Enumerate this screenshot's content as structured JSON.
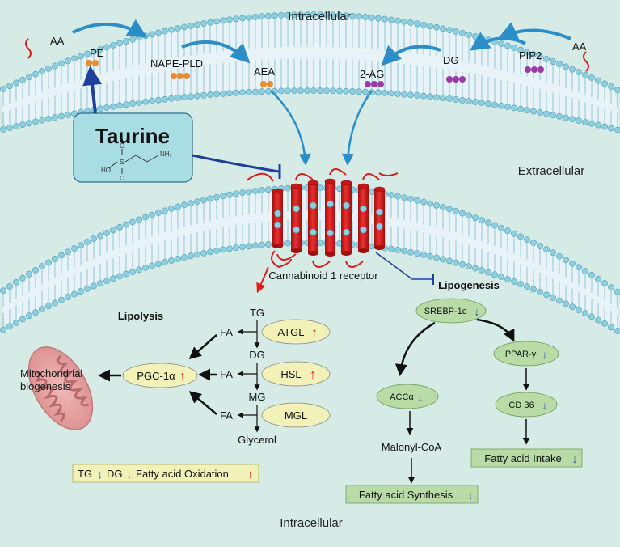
{
  "regions": {
    "top": "Intracellular",
    "middle": "Extracellular",
    "bottom": "Intracellular"
  },
  "ligand_pathway": {
    "left": {
      "aa": "AA",
      "pe": "PE",
      "enzyme": "NAPE-PLD",
      "product": "AEA"
    },
    "right": {
      "product": "2-AG",
      "dg": "DG",
      "pip2": "PIP2",
      "aa": "AA"
    }
  },
  "taurine": {
    "name": "Taurine",
    "atom_oh": "HO",
    "atom_s": "S",
    "atom_o1": "O",
    "atom_o2": "O",
    "atom_nh2": "NH₂"
  },
  "receptor": {
    "label": "Cannabinoid 1 receptor"
  },
  "lipolysis": {
    "title": "Lipolysis",
    "tg": "TG",
    "dg": "DG",
    "mg": "MG",
    "glycerol": "Glycerol",
    "fa": "FA",
    "enzymes": [
      {
        "name": "ATGL",
        "arrow": "↑"
      },
      {
        "name": "HSL",
        "arrow": "↑"
      },
      {
        "name": "MGL",
        "arrow": ""
      }
    ],
    "pgc": {
      "name": "PGC-1α",
      "arrow": "↑"
    },
    "mito_label_1": "Mitochondrial",
    "mito_label_2": "biogenesis",
    "summary": {
      "tg": "TG",
      "dg": "DG",
      "text": "Fatty acid Oxidation",
      "down": "↓",
      "up": "↑"
    }
  },
  "lipogenesis": {
    "title": "Lipogenesis",
    "srebp": "SREBP-1c",
    "acc": "ACCα",
    "ppar": "PPAR-γ",
    "cd36": "CD 36",
    "malonyl": "Malonyl-CoA",
    "synthesis": "Fatty acid Synthesis",
    "intake": "Fatty acid Intake",
    "down": "↓"
  },
  "colors": {
    "background": "#d6ebe6",
    "membrane_inner": "#e8f3f8",
    "head": "#8ccfe0",
    "receptor": "#d61e1e",
    "arrow_blue": "#2b8ec9",
    "inhibit_blue": "#1e3f9e",
    "node_fill": "#f2f2b8",
    "green_fill": "#b9dca7",
    "up_red": "#e01b1b",
    "down_blue": "#2a56c0"
  }
}
